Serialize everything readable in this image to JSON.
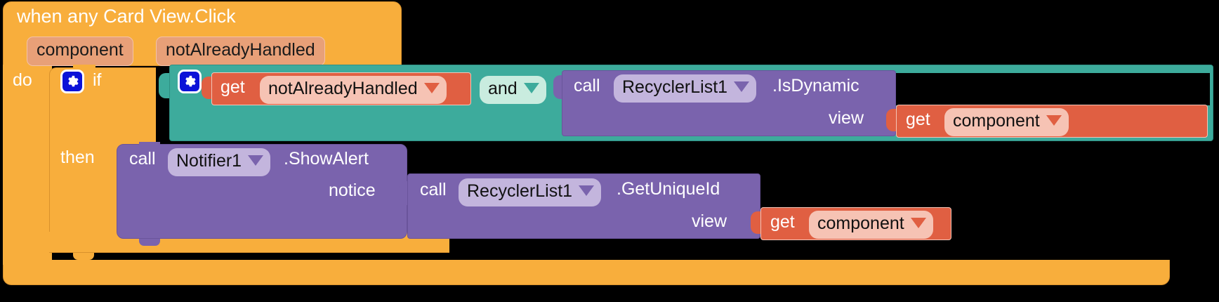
{
  "app": {
    "name": "MIT App Inventor Blocks Editor",
    "canvas_background": "#000000"
  },
  "colors": {
    "event_block": "#f8ae3c",
    "control_block": "#f8ae3c",
    "logic_block": "#3dab9c",
    "component_block": "#7a63ad",
    "variable_block": "#e05f42",
    "parameter_pill": "#e8a078",
    "component_field": "#c3b5dd",
    "variable_field": "#f6c3b4",
    "logic_field": "#c9ecdf",
    "mutator_gear": "#0b12d8",
    "text_light": "#ffffff",
    "text_dark": "#111111"
  },
  "event_block": {
    "title": "when any Card View.Click",
    "parameters": [
      {
        "name": "component"
      },
      {
        "name": "notAlreadyHandled"
      }
    ],
    "body_label": "do"
  },
  "if_block": {
    "mutator_icon": "gear-icon",
    "if_label": "if",
    "then_label": "then"
  },
  "and_block": {
    "mutator_icon": "gear-icon",
    "operator": "and",
    "dropdown_icon": "chevron-down-icon",
    "left_operand": {
      "keyword": "get",
      "variable": "notAlreadyHandled",
      "dropdown_icon": "chevron-down-icon"
    },
    "right_operand": {
      "keyword": "call",
      "component": "RecyclerList1",
      "dropdown_icon": "chevron-down-icon",
      "method": ".IsDynamic",
      "arguments": [
        {
          "label": "view",
          "value": {
            "keyword": "get",
            "variable": "component",
            "dropdown_icon": "chevron-down-icon"
          }
        }
      ]
    }
  },
  "then_statement": {
    "keyword": "call",
    "component": "Notifier1",
    "dropdown_icon": "chevron-down-icon",
    "method": ".ShowAlert",
    "arguments": [
      {
        "label": "notice",
        "value": {
          "keyword": "call",
          "component": "RecyclerList1",
          "dropdown_icon": "chevron-down-icon",
          "method": ".GetUniqueId",
          "arguments": [
            {
              "label": "view",
              "value": {
                "keyword": "get",
                "variable": "component",
                "dropdown_icon": "chevron-down-icon"
              }
            }
          ]
        }
      }
    ]
  }
}
